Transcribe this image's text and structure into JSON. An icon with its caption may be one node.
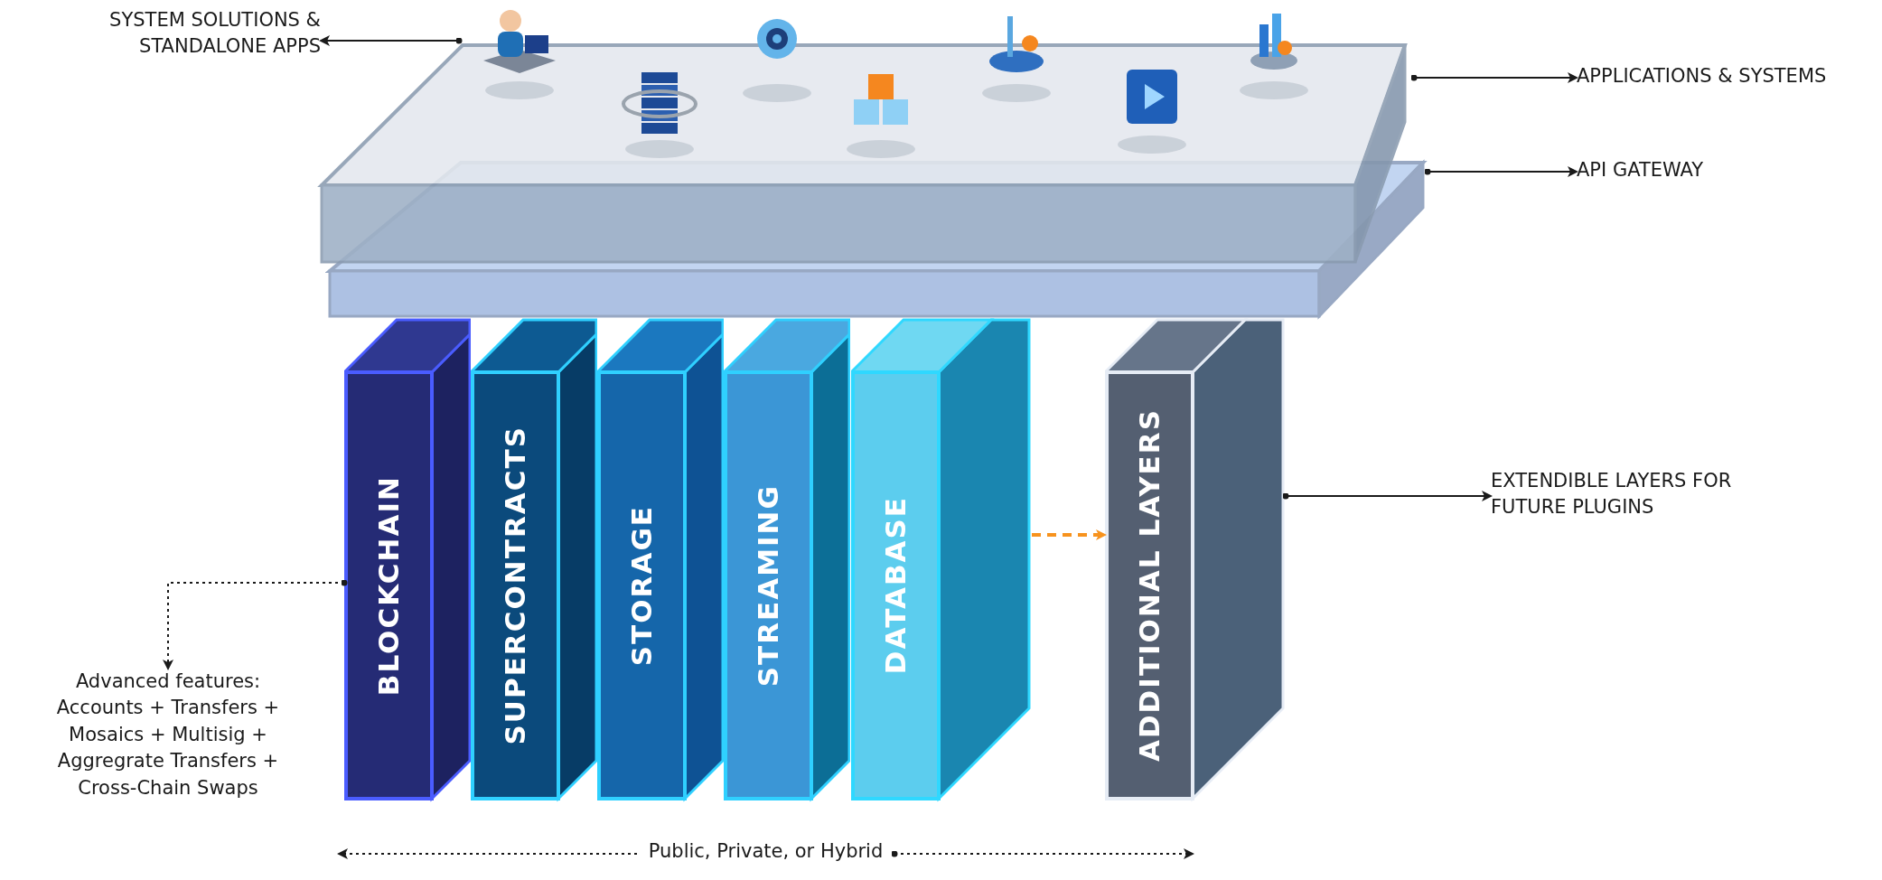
{
  "diagram": {
    "nodes": [
      {
        "text": [],
        "shape": "box"
      },
      {
        "text": [],
        "shape": "box"
      },
      {
        "text": [
          "BLOCKCHAIN"
        ]
      },
      {
        "text": [
          "SUPERCONTRACTS"
        ]
      },
      {
        "text": [
          "STORAGE"
        ]
      },
      {
        "text": [
          "STREAMING"
        ]
      },
      {
        "text": [
          "DATABASE"
        ]
      },
      {
        "text": [
          "ADDITIONAL LAYERS"
        ]
      },
      {
        "text": [
          "SYSTEM SOLUTIONS & STANDALONE APPS"
        ]
      },
      {
        "text": [
          "APPLICATIONS & SYSTEMS"
        ]
      },
      {
        "text": [
          "API GATEWAY"
        ]
      },
      {
        "text": [
          "EXTENDIBLE LAYERS FOR FUTURE PLUGINS"
        ]
      },
      {
        "text": [
          "Advanced features: Accounts + Transfers + Mosaics + Multisig + Aggregrate Transfers + Cross-Chain Swaps"
        ]
      },
      {
        "text": [
          "Public, Private, or Hybrid"
        ]
      }
    ],
    "edges": [
      {
        "from": 0,
        "to": 8,
        "arrow": "to"
      },
      {
        "from": 0,
        "to": 9,
        "arrow": "to"
      },
      {
        "from": 1,
        "to": 10,
        "arrow": "to"
      },
      {
        "from": 7,
        "to": 11,
        "arrow": "to"
      },
      {
        "from": 2,
        "to": 12,
        "arrow": "to",
        "style": "dashed"
      },
      {
        "from": 6,
        "to": 7,
        "arrow": "to",
        "style": "dashed",
        "color": "#f7931e"
      },
      {
        "from": 13,
        "to": null,
        "arrow": "to",
        "style": "dashed"
      },
      {
        "from": 13,
        "to": null,
        "arrow": "to",
        "style": "dashed"
      }
    ]
  }
}
